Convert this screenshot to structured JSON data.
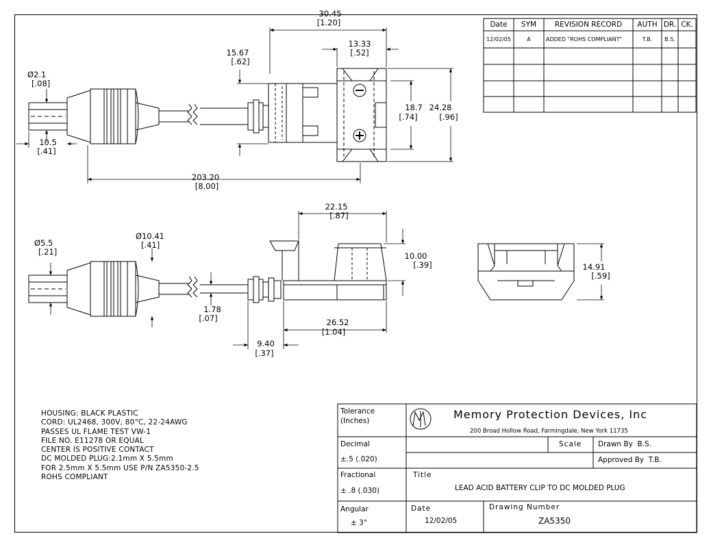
{
  "dimensions": {
    "top_overall_length": "30.45",
    "top_overall_length_in": "[1.20]",
    "top_housing_width": "13.33",
    "top_housing_width_in": "[.52]",
    "top_left_offset": "15.67",
    "top_left_offset_in": "[.62]",
    "plug_diameter": "Ø2.1",
    "plug_diameter_in": "[.08]",
    "tip_length": "10.5",
    "tip_length_in": "[.41]",
    "terminal_spacing": "18.7",
    "terminal_spacing_in": "[.74]",
    "housing_height": "24.28",
    "housing_height_in": "[.96]",
    "cord_length": "203.20",
    "cord_length_in": "[8.00]",
    "side_housing_length": "22.15",
    "side_housing_length_in": "[.87]",
    "side_height": "10.00",
    "side_height_in": "[.39]",
    "barrel_diameter": "Ø5.5",
    "barrel_diameter_in": "[.21]",
    "boot_diameter": "Ø10.41",
    "boot_diameter_in": "[.41]",
    "cord_thickness": "1.78",
    "cord_thickness_in": "[.07]",
    "side_total_length": "26.52",
    "side_total_length_in": "[1.04]",
    "strain_relief": "9.40",
    "strain_relief_in": "[.37]",
    "end_height": "14.91",
    "end_height_in": "[.59]"
  },
  "polarity": {
    "negative": "−",
    "positive": "+"
  },
  "notes": [
    "HOUSING: BLACK PLASTIC",
    "CORD: UL2468, 300V, 80°C, 22-24AWG",
    "PASSES UL FLAME TEST VW-1",
    "FILE NO. E11278 OR EQUAL",
    "CENTER IS POSITIVE CONTACT",
    "DC MOLDED PLUG:2.1mm X 5.5mm",
    "FOR 2.5mm X 5.5mm USE P/N ZA5350-2.5",
    "ROHS COMPLIANT"
  ],
  "revision_table": {
    "headers": [
      "Date",
      "SYM",
      "REVISION RECORD",
      "AUTH",
      "DR.",
      "CK."
    ],
    "rows": [
      [
        "12/02/05",
        "A",
        "ADDED \"ROHS COMPLIANT\"",
        "T.B.",
        "B.S.",
        ""
      ]
    ]
  },
  "title_block": {
    "tolerance_label": "Tolerance",
    "tolerance_units": "(Inches)",
    "decimal_label": "Decimal",
    "decimal_value": "±.5 (.020)",
    "fractional_label": "Fractional",
    "fractional_value": "± .8 (.030)",
    "angular_label": "Angular",
    "angular_value": "± 3°",
    "company": "Memory Protection Devices, Inc",
    "address": "200 Broad Hollow Road, Farmingdale, New York 11735",
    "scale_label": "Scale",
    "drawn_by": "Drawn By  B.S.",
    "approved_by": "Approved By  T.B.",
    "title_label": "Title",
    "title": "LEAD ACID BATTERY CLIP TO DC MOLDED PLUG",
    "date_label": "Date",
    "date": "12/02/05",
    "drawing_number_label": "Drawing Number",
    "drawing_number": "ZA5350"
  }
}
